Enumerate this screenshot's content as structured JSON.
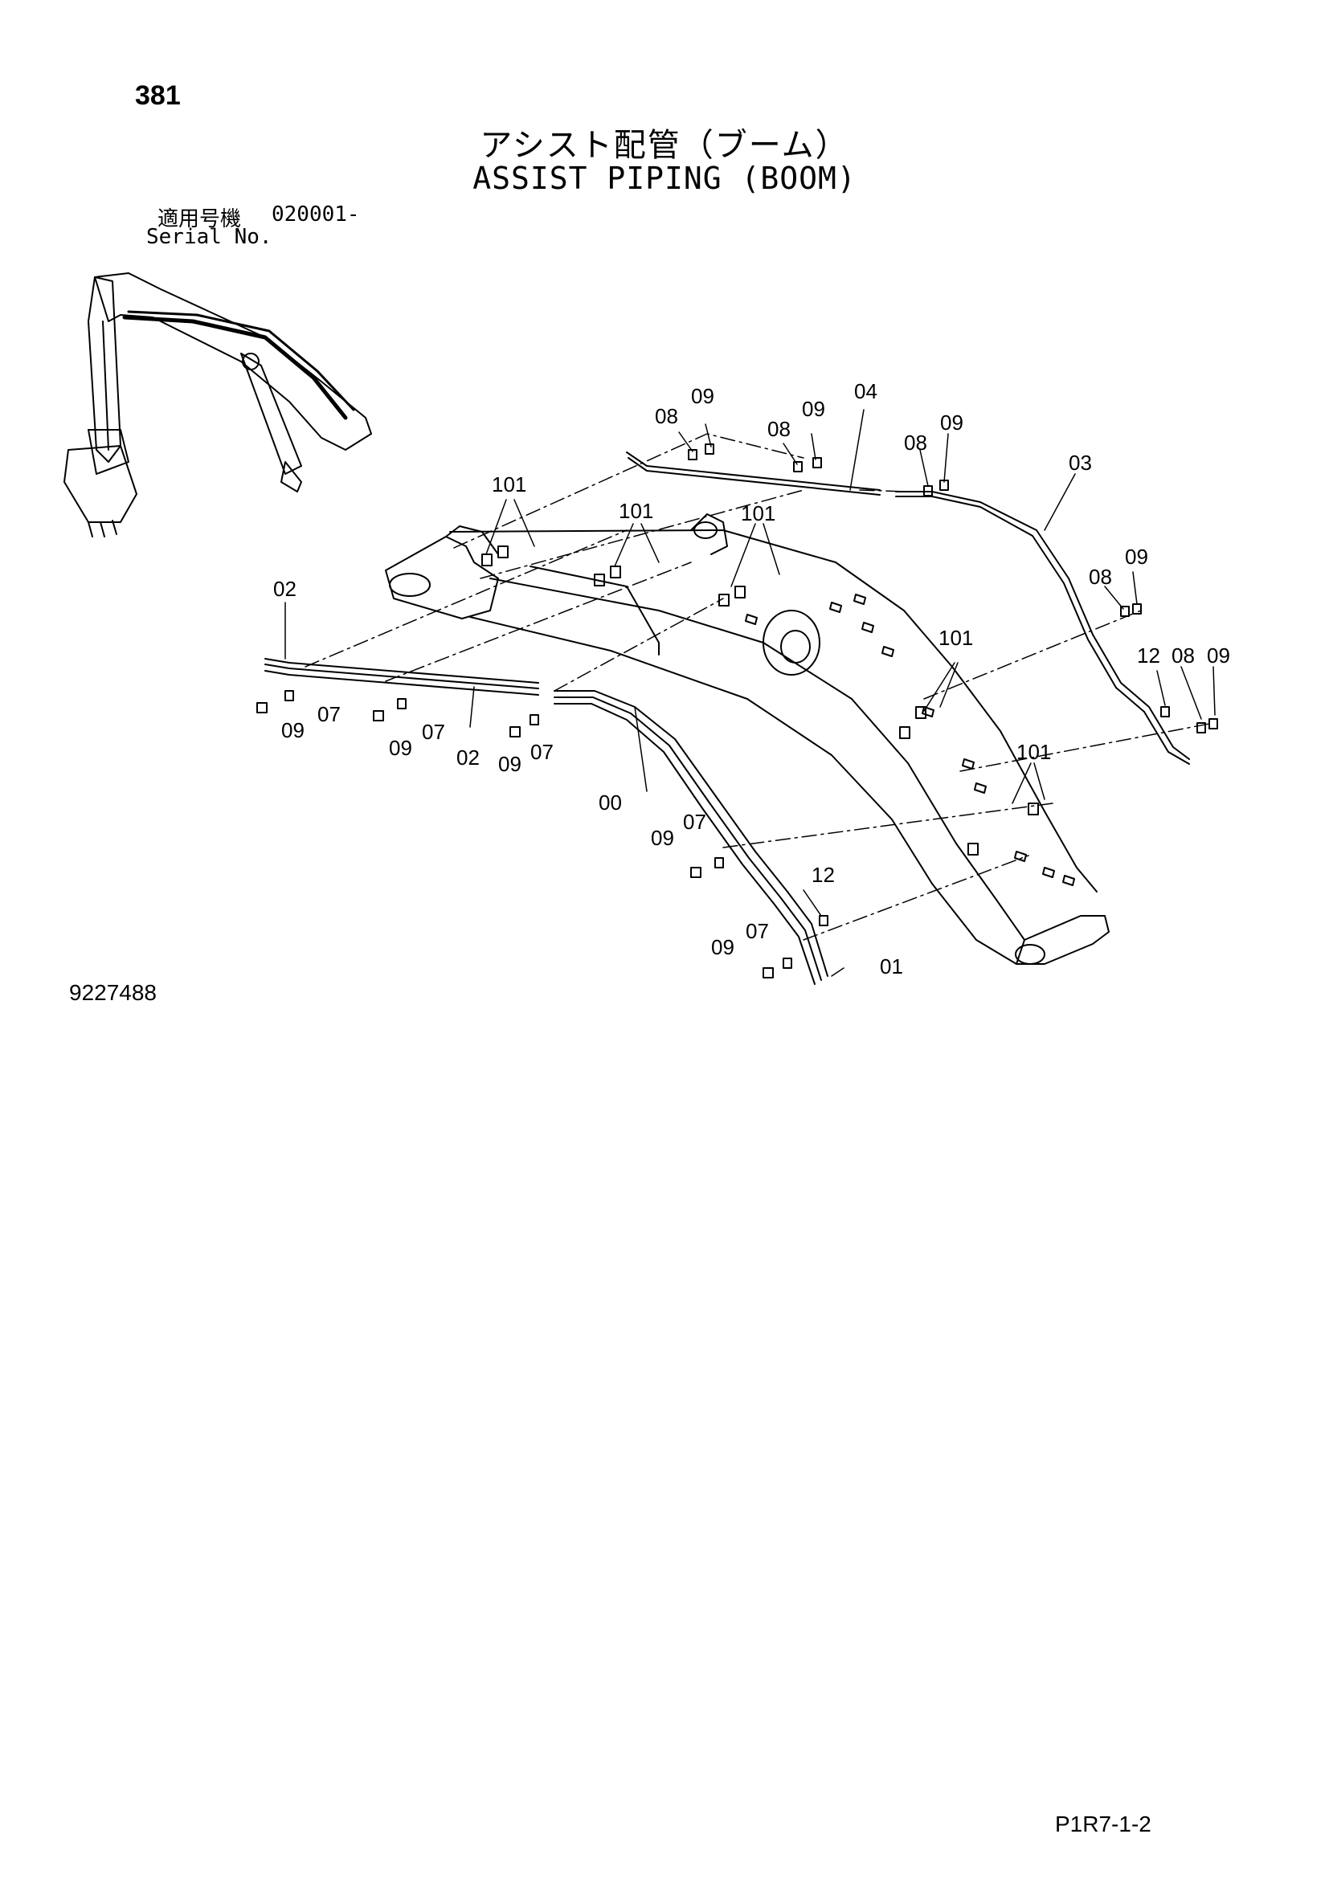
{
  "header": {
    "page_number": "381",
    "title_ja": "アシスト配管（ブーム）",
    "title_en": "ASSIST PIPING (BOOM)",
    "serial_label_ja": "適用号機",
    "serial_from": "020001-",
    "serial_label_en": "Serial No."
  },
  "footer": {
    "drawing_number": "9227488",
    "page_code": "P1R7-1-2"
  },
  "callouts": [
    {
      "label": "09"
    },
    {
      "label": "08"
    },
    {
      "label": "09"
    },
    {
      "label": "08"
    },
    {
      "label": "04"
    },
    {
      "label": "09"
    },
    {
      "label": "08"
    },
    {
      "label": "03"
    },
    {
      "label": "101"
    },
    {
      "label": "101"
    },
    {
      "label": "101"
    },
    {
      "label": "09"
    },
    {
      "label": "08"
    },
    {
      "label": "101"
    },
    {
      "label": "12"
    },
    {
      "label": "08"
    },
    {
      "label": "09"
    },
    {
      "label": "02"
    },
    {
      "label": "09"
    },
    {
      "label": "07"
    },
    {
      "label": "09"
    },
    {
      "label": "07"
    },
    {
      "label": "02"
    },
    {
      "label": "09"
    },
    {
      "label": "07"
    },
    {
      "label": "101"
    },
    {
      "label": "00"
    },
    {
      "label": "09"
    },
    {
      "label": "07"
    },
    {
      "label": "12"
    },
    {
      "label": "09"
    },
    {
      "label": "07"
    },
    {
      "label": "01"
    }
  ],
  "icons": {
    "overview": "excavator-overview-icon"
  },
  "colors": {
    "ink": "#000000",
    "paper": "#ffffff"
  }
}
